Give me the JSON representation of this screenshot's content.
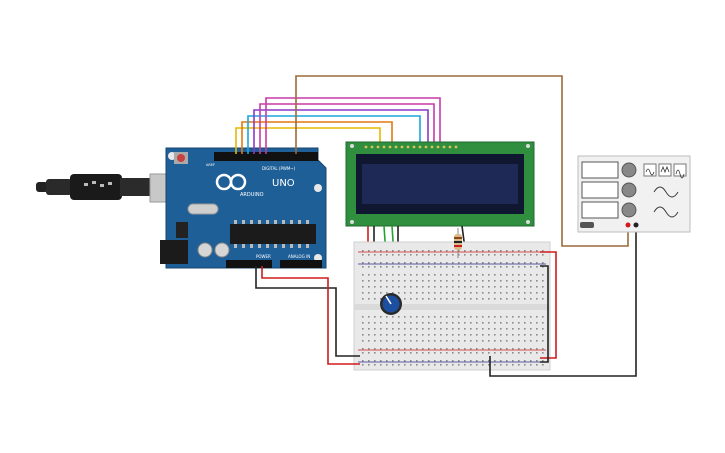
{
  "board": {
    "brand": "ARDUINO",
    "model": "UNO",
    "digital_label": "DIGITAL (PWM~)",
    "power_label": "POWER",
    "analog_label": "ANALOG IN",
    "aref_label": "AREF"
  },
  "colors": {
    "board": "#1f5f98",
    "lcd_pcb": "#2f8f3f",
    "lcd_screen": "#1e2a55",
    "breadboard": "#e9e9e9",
    "wire_brown": "#9a6b3a",
    "wire_red": "#d01c1c",
    "wire_black": "#222222",
    "wire_green": "#22a330",
    "wire_magenta": "#c83aa8",
    "wire_purple": "#8a3ac8",
    "wire_blue": "#1aa7e0",
    "wire_yellow": "#e8b800",
    "wire_orange": "#e07a10"
  },
  "components": {
    "usb_cable": "usb-cable-icon",
    "potentiometer": "potentiometer-icon",
    "resistor": "resistor-icon",
    "function_generator": "function-generator-icon"
  }
}
